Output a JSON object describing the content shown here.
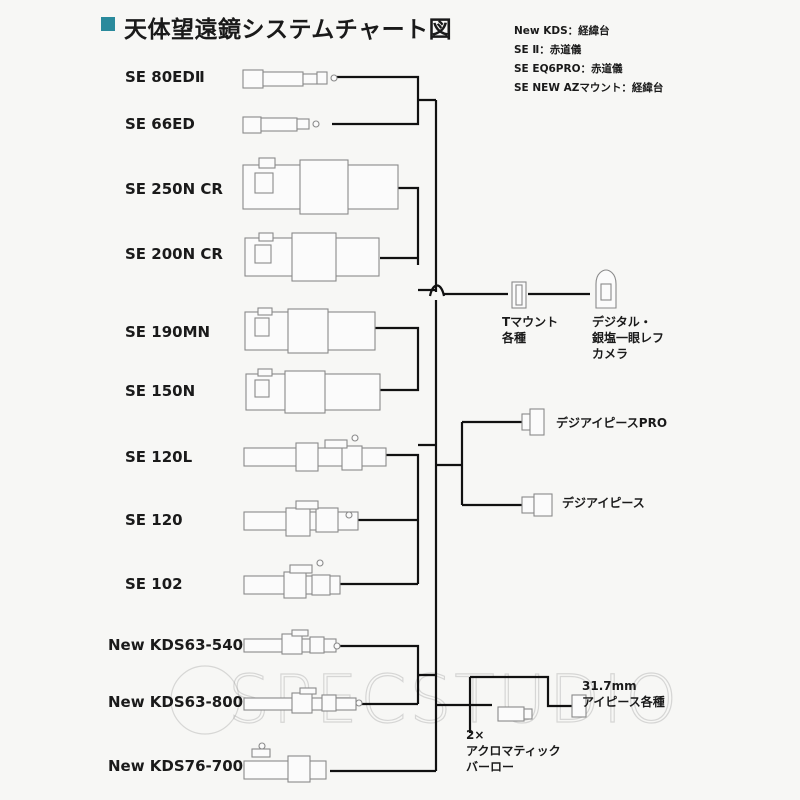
{
  "title": "天体望遠鏡システムチャート図",
  "legend": [
    "New KDS：経緯台",
    "SE Ⅱ：赤道儀",
    "SE EQ6PRO：赤道儀",
    "SE NEW AZマウント：経緯台"
  ],
  "models": [
    "SE 80EDⅡ",
    "SE 66ED",
    "SE 250N CR",
    "SE 200N CR",
    "SE 190MN",
    "SE 150N",
    "SE 120L",
    "SE 120",
    "SE 102",
    "New KDS63-540",
    "New KDS63-800",
    "New KDS76-700"
  ],
  "accessories": {
    "t_mount": [
      "Tマウント",
      "各種"
    ],
    "camera": [
      "デジタル・",
      "銀塩一眼レフ",
      "カメラ"
    ],
    "digi_pro": "デジアイピースPRO",
    "digi": "デジアイピース",
    "eyepiece": [
      "31.7mm",
      "アイピース各種"
    ],
    "barlow": [
      "2×",
      "アクロマティック",
      "バーロー"
    ]
  },
  "watermark": "SPECSTUDIO"
}
